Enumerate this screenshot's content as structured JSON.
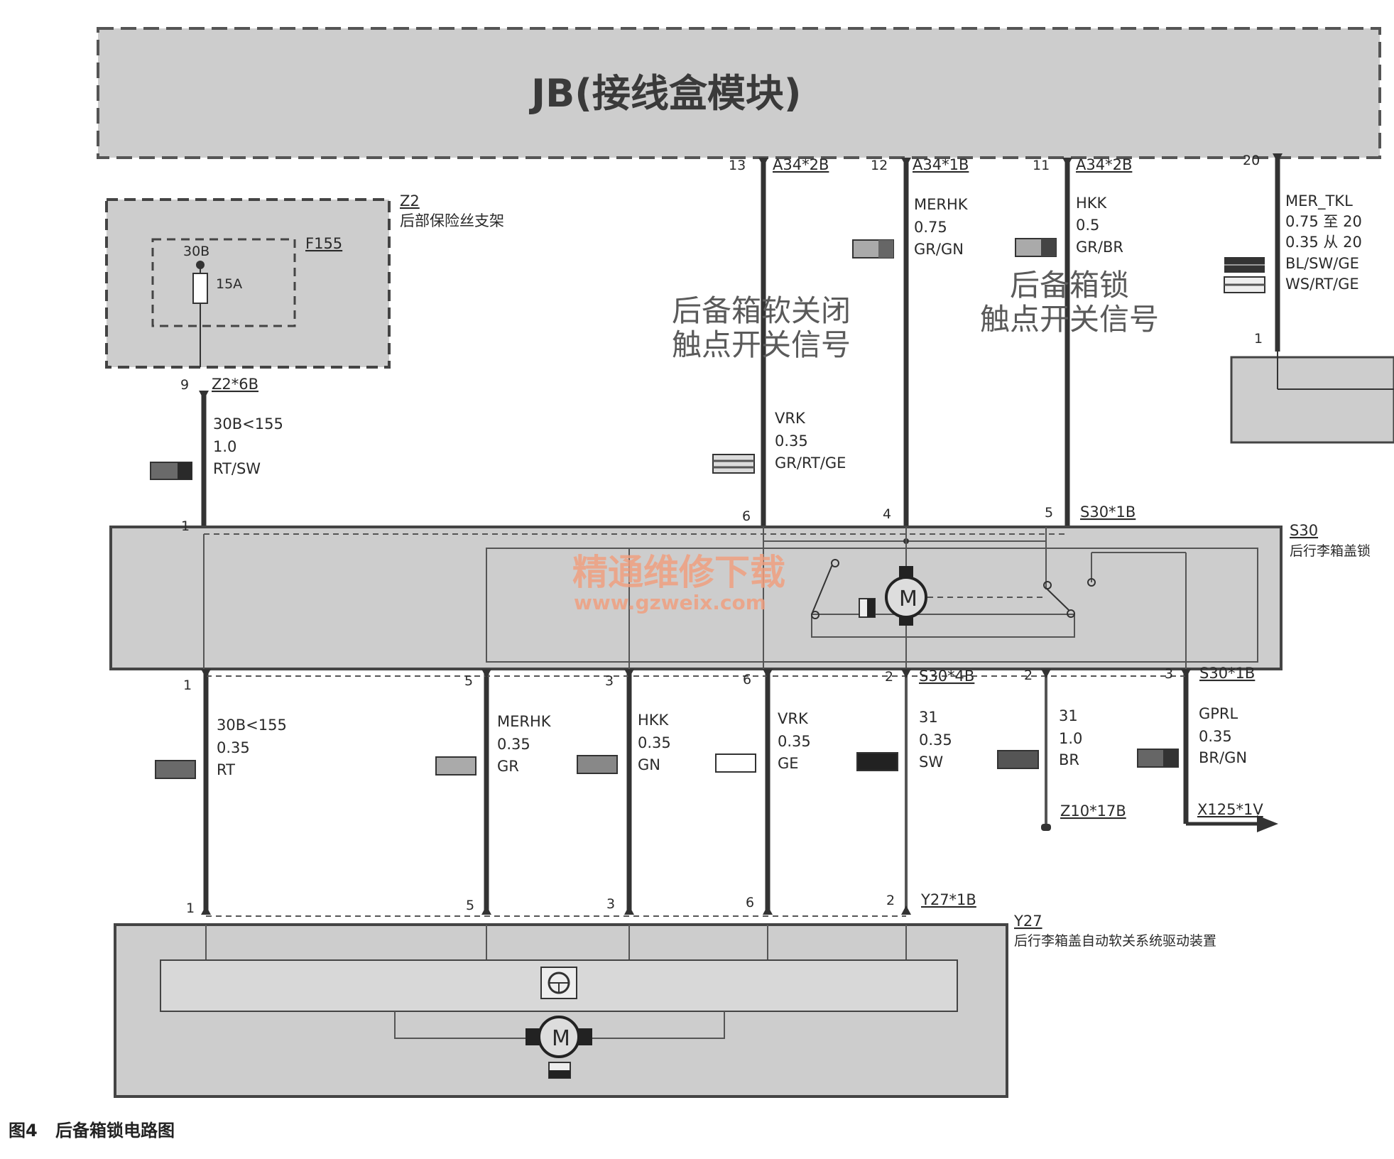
{
  "jb": {
    "title": "JB(接线盒模块)"
  },
  "z2": {
    "code": "Z2",
    "name": "后部保险丝支架",
    "fuse_id": "F155",
    "fuse_terminal": "30B",
    "fuse_rating": "15A",
    "conn": "Z2*6B",
    "pin": "9"
  },
  "jb_pins": [
    {
      "pin": "13",
      "conn": "A34*2B"
    },
    {
      "pin": "12",
      "conn": "A34*1B"
    },
    {
      "pin": "11",
      "conn": "A34*2B"
    },
    {
      "pin": "20",
      "conn": ""
    }
  ],
  "upper_wires": [
    {
      "id": "w30b",
      "lines": [
        "30B<155",
        "1.0",
        "RT/SW"
      ]
    },
    {
      "id": "vrk",
      "lines": [
        "VRK",
        "0.35",
        "GR/RT/GE"
      ]
    },
    {
      "id": "merhk",
      "lines": [
        "MERHK",
        "0.75",
        "GR/GN"
      ]
    },
    {
      "id": "hkk",
      "lines": [
        "HKK",
        "0.5",
        "GR/BR"
      ]
    },
    {
      "id": "mertkl",
      "lines": [
        "MER_TKL",
        "0.75  至 20",
        "0.35  从 20",
        "BL/SW/GE",
        "WS/RT/GE"
      ]
    }
  ],
  "annotations": {
    "soft_close": [
      "后备箱软关闭",
      "触点开关信号"
    ],
    "lock": [
      "后备箱锁",
      "触点开关信号"
    ]
  },
  "s30": {
    "code": "S30",
    "name": "后行李箱盖锁",
    "top_pins": [
      "1",
      "6",
      "4",
      "5"
    ],
    "top_conn": "S30*1B",
    "bottom_pins": [
      "1",
      "5",
      "3",
      "6",
      "2",
      "2",
      "3"
    ],
    "conn_4b": "S30*4B",
    "conn_1b": "S30*1B"
  },
  "lower_wires": [
    {
      "id": "l30b",
      "lines": [
        "30B<155",
        "0.35",
        "RT"
      ]
    },
    {
      "id": "lmerhk",
      "lines": [
        "MERHK",
        "0.35",
        "GR"
      ]
    },
    {
      "id": "lhkk",
      "lines": [
        "HKK",
        "0.35",
        "GN"
      ]
    },
    {
      "id": "lvrk",
      "lines": [
        "VRK",
        "0.35",
        "GE"
      ]
    },
    {
      "id": "l31a",
      "lines": [
        "31",
        "0.35",
        "SW"
      ]
    },
    {
      "id": "l31b",
      "lines": [
        "31",
        "1.0",
        "BR"
      ]
    },
    {
      "id": "lgprl",
      "lines": [
        "GPRL",
        "0.35",
        "BR/GN"
      ]
    }
  ],
  "ground_conn": "Z10*17B",
  "arrow_conn": "X125*1V",
  "y27": {
    "code": "Y27",
    "name": "后行李箱盖自动软关系统驱动装置",
    "conn": "Y27*1B",
    "pins": [
      "1",
      "5",
      "3",
      "6",
      "2"
    ]
  },
  "motor_label": "M",
  "watermark": {
    "line1": "精通维修下载",
    "line2": "www.gzweix.com"
  },
  "caption": {
    "fig": "图4",
    "text": "后备箱锁电路图"
  },
  "colors": {
    "module_fill": "#cdcdcd",
    "wire": "#333333",
    "watermark": "#f0a080"
  }
}
